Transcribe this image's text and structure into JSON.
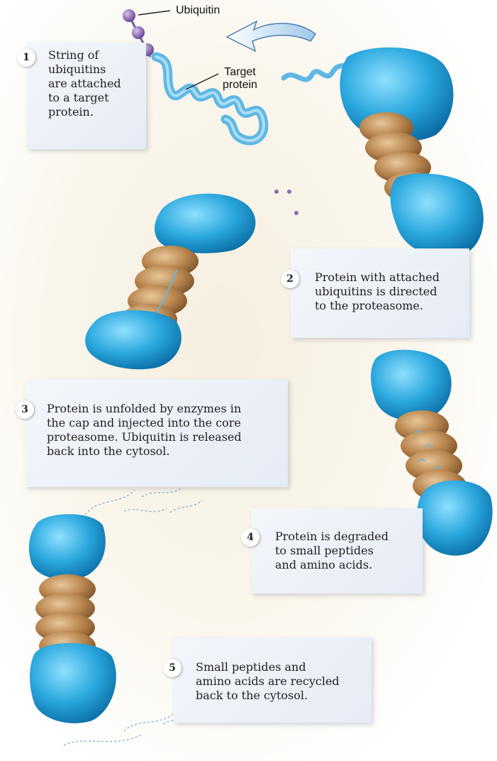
{
  "labels": {
    "ubiquitin": "Ubiquitin",
    "target_protein": "Target\nprotein"
  },
  "steps": [
    {
      "number": "1",
      "text": "String of\nubiquitins\nare attached\nto a target\nprotein."
    },
    {
      "number": "2",
      "text": "Protein with attached\nubiquitins is directed\nto the proteasome."
    },
    {
      "number": "3",
      "text": "Protein is unfolded by enzymes in\nthe cap and injected into the core\nproteasome. Ubiquitin is released\nback into the cytosol."
    },
    {
      "number": "4",
      "text": "Protein is degraded\nto small peptides\nand amino acids."
    },
    {
      "number": "5",
      "text": "Small peptides and\namino acids are recycled\nback to the cytosol."
    }
  ],
  "colors": {
    "cap_blue": "#2aa7dd",
    "core_tan": "#b9864f",
    "ubiquitin_purple": "#8f6ab4",
    "protein_blue": "#7ec7ea",
    "arrow_blue": "#6aa6d6"
  }
}
